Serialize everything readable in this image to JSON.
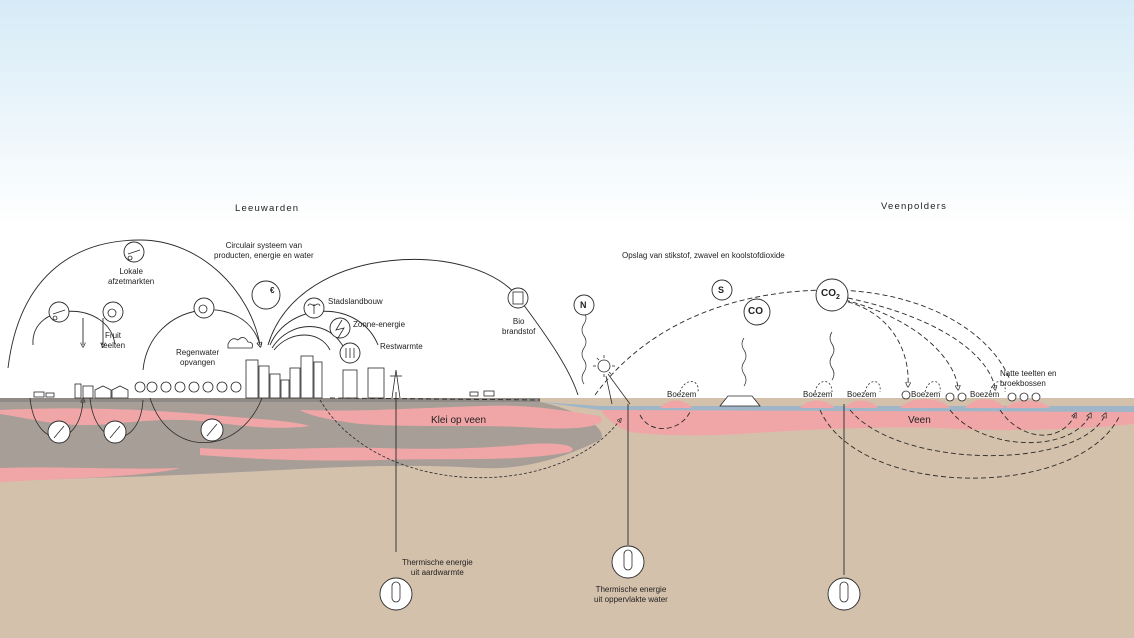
{
  "regions": {
    "left": "Leeuwarden",
    "right": "Veenpolders"
  },
  "labels": {
    "lokale": "Lokale\nafzetmarkten",
    "circulair": "Circulair systeem van\nproducten, energie en water",
    "fruit": "Fruit\nteelten",
    "stadslandbouw": "Stadslandbouw",
    "zonne": "Zonne-energie",
    "restwarmte": "Restwarmte",
    "regenwater": "Regenwater\nopvangen",
    "bio": "Bio\nbrandstof",
    "opslag": "Opslag van stikstof, zwavel en koolstofdioxide",
    "boezem": "Boezem",
    "natte": "Natte teelten en\nbroekbossen",
    "klei": "Klei op veen",
    "veen": "Veen",
    "therm1": "Thermische energie\nuit aardwarmte",
    "therm2": "Thermische energie\nuit oppervlakte water"
  },
  "symbols": {
    "n": "N",
    "s": "S",
    "co": "CO",
    "co2": "CO",
    "co2_sub": "2",
    "euro": "€"
  },
  "colors": {
    "sky_top": "#d6ebf7",
    "sky_bottom": "#ffffff",
    "soil": "#d4c1ab",
    "peat_pink": "#f0a6a6",
    "clay_grey": "#a79e97",
    "water": "#9fb6c8",
    "line": "#2a2a2a"
  }
}
